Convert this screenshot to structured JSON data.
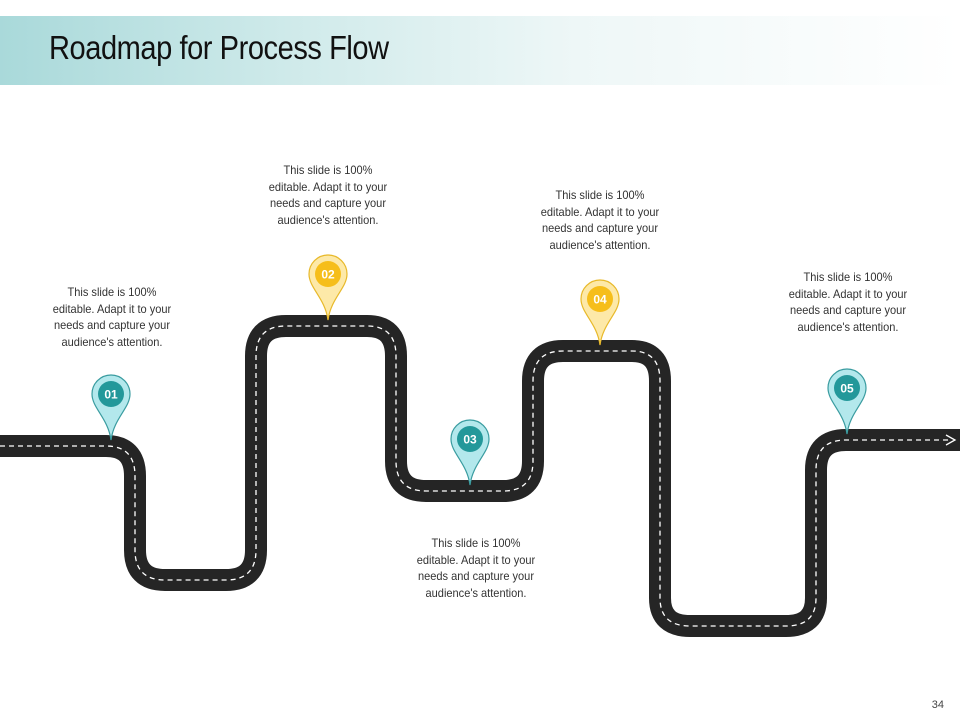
{
  "slide": {
    "title": "Roadmap for Process Flow",
    "page_number": "34"
  },
  "colors": {
    "road": "#252525",
    "lane": "#ffffff",
    "teal_pin_fill": "#b3e8ec",
    "teal_pin_core": "#23989a",
    "teal_pin_stroke": "#3a9ca0",
    "yellow_pin_fill": "#fde9a8",
    "yellow_pin_core": "#f6be1a",
    "yellow_pin_stroke": "#e8b92a",
    "header_gradient_start": "#a9d9da"
  },
  "milestones": [
    {
      "label": "01",
      "color": "teal",
      "text": [
        "This slide is 100%",
        "editable. Adapt it to your",
        "needs and capture your",
        "audience's attention."
      ]
    },
    {
      "label": "02",
      "color": "yellow",
      "text": [
        "This slide is 100%",
        "editable. Adapt it to your",
        "needs and capture your",
        "audience's attention."
      ]
    },
    {
      "label": "03",
      "color": "teal",
      "text": [
        "This slide is 100%",
        "editable. Adapt it to your",
        "needs and capture your",
        "audience's attention."
      ]
    },
    {
      "label": "04",
      "color": "yellow",
      "text": [
        "This slide is 100%",
        "editable. Adapt it to your",
        "needs and capture your",
        "audience's attention."
      ]
    },
    {
      "label": "05",
      "color": "teal",
      "text": [
        "This slide is 100%",
        "editable. Adapt it to your",
        "needs and capture your",
        "audience's attention."
      ]
    }
  ]
}
